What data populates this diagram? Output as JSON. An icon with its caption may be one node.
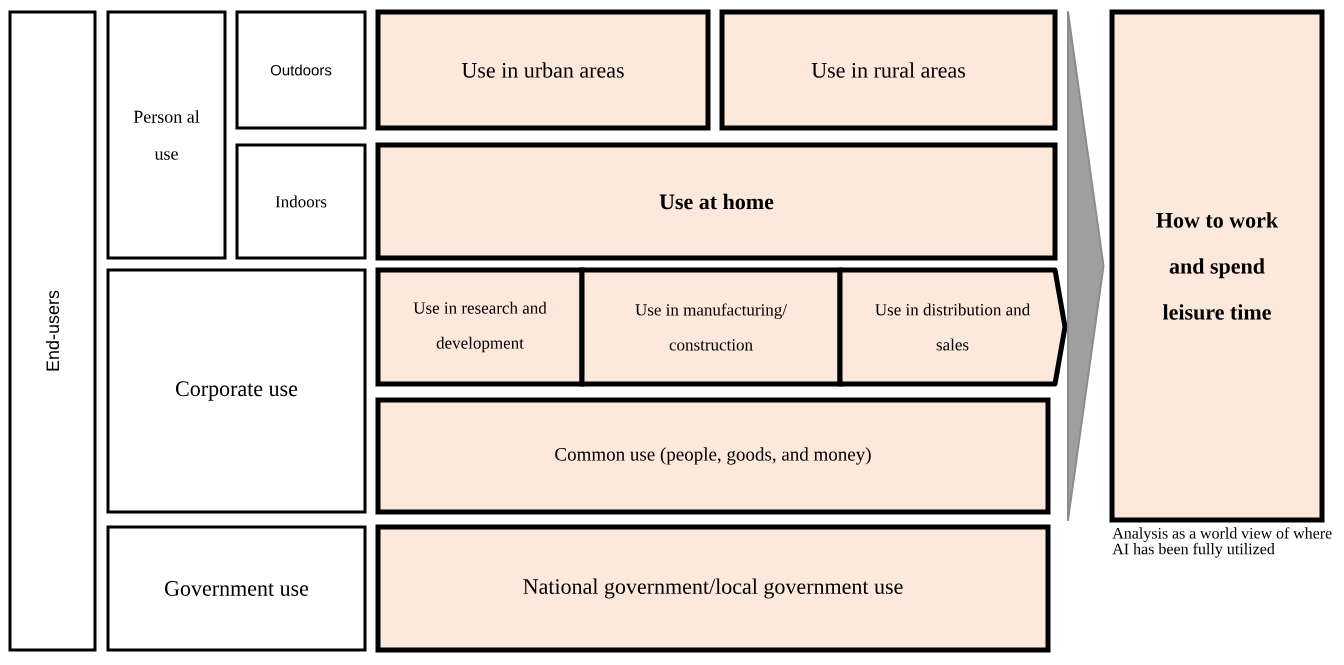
{
  "diagram": {
    "nodes": [
      {
        "text": [
          "End-users"
        ]
      },
      {
        "text": [
          "Person al use"
        ]
      },
      {
        "text": [
          "Outdoors"
        ]
      },
      {
        "text": [
          "Indoors"
        ]
      },
      {
        "text": [
          "Use in urban areas"
        ]
      },
      {
        "text": [
          "Use in rural areas"
        ]
      },
      {
        "text": [
          "Use at home"
        ]
      },
      {
        "text": [
          "Corporate use"
        ]
      },
      {
        "text": [
          "Use in research and development"
        ]
      },
      {
        "text": [
          "Use in manufacturing/ construction"
        ]
      },
      {
        "text": [
          "Use in distribution and sales"
        ]
      },
      {
        "text": [
          "Common use (people, goods, and money)"
        ]
      },
      {
        "text": [
          "Government use"
        ]
      },
      {
        "text": [
          "National government/local government use"
        ]
      },
      {
        "text": [
          "How to work and spend leisure time"
        ]
      }
    ],
    "edges": [
      {
        "from": null,
        "to": 14,
        "arrow": "to"
      }
    ],
    "labels": [
      "Analysis as a world view of where AI has been fully utilized"
    ]
  }
}
